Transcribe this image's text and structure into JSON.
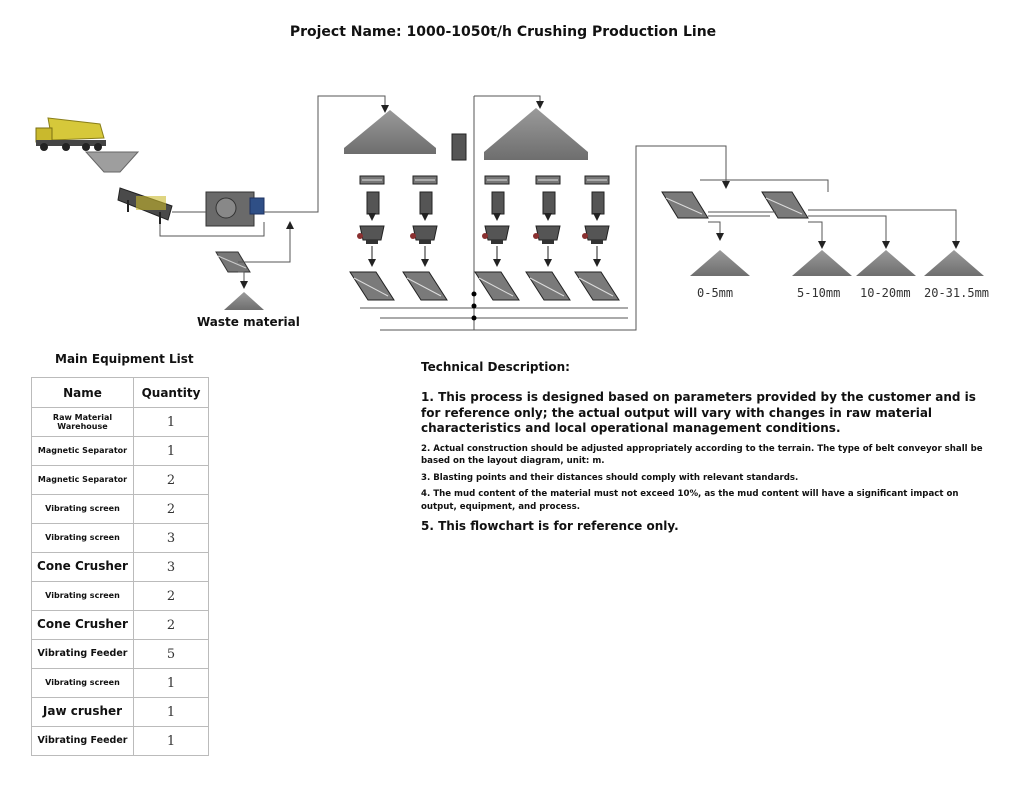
{
  "title": "Project Name: 1000-1050t/h Crushing Production Line",
  "flowchart": {
    "waste_label": "Waste material",
    "product_sizes": [
      "0-5mm",
      "5-10mm",
      "10-20mm",
      "20-31.5mm"
    ]
  },
  "equipment_list": {
    "title": "Main Equipment List",
    "headers": [
      "Name",
      "Quantity"
    ],
    "rows": [
      {
        "name": "Raw Material Warehouse",
        "qty": "1"
      },
      {
        "name": "Magnetic Separator",
        "qty": "1"
      },
      {
        "name": "Magnetic Separator",
        "qty": "2"
      },
      {
        "name": "Vibrating screen",
        "qty": "2"
      },
      {
        "name": "Vibrating screen",
        "qty": "3"
      },
      {
        "name": "Cone Crusher",
        "qty": "3"
      },
      {
        "name": "Vibrating screen",
        "qty": "2"
      },
      {
        "name": "Cone Crusher",
        "qty": "2"
      },
      {
        "name": "Vibrating Feeder",
        "qty": "5"
      },
      {
        "name": "Vibrating screen",
        "qty": "1"
      },
      {
        "name": "Jaw crusher",
        "qty": "1"
      },
      {
        "name": "Vibrating Feeder",
        "qty": "1"
      }
    ]
  },
  "technical": {
    "title": "Technical Description:",
    "items": [
      "1. This process is designed based on parameters provided by the customer and is for reference only; the actual output will vary with changes in raw material characteristics and local operational management conditions.",
      "2. Actual construction should be adjusted appropriately according to the terrain. The type of belt conveyor shall be based on the layout diagram, unit: m.",
      "3. Blasting points and their distances should comply with relevant standards.",
      "4. The mud content of the material must not exceed 10%, as the mud content will have a significant impact on output, equipment, and process.",
      "5. This flowchart is for reference only."
    ]
  },
  "colors": {
    "pile": "#8c8c8c",
    "machine": "#5a5a5a",
    "truck": "#d6c83a",
    "line": "#555555"
  }
}
